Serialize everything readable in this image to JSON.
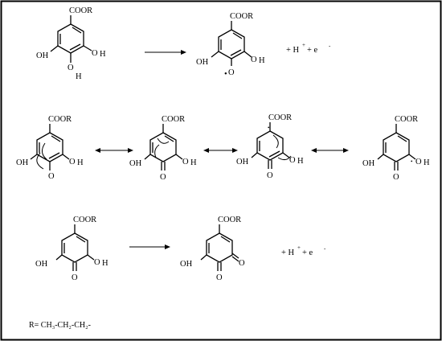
{
  "labels": {
    "ester": "COOR",
    "hydroxyl_left": "OH",
    "hydroxyl_right": "O",
    "hydrogen": "H",
    "oxygen": "O",
    "radical_dot": "•",
    "byproducts": "+ H",
    "plus_sign": "+",
    "electron": "+   e",
    "minus_sup": "-",
    "r_definition": "R= CH₃-CH₂-CH₂-"
  }
}
